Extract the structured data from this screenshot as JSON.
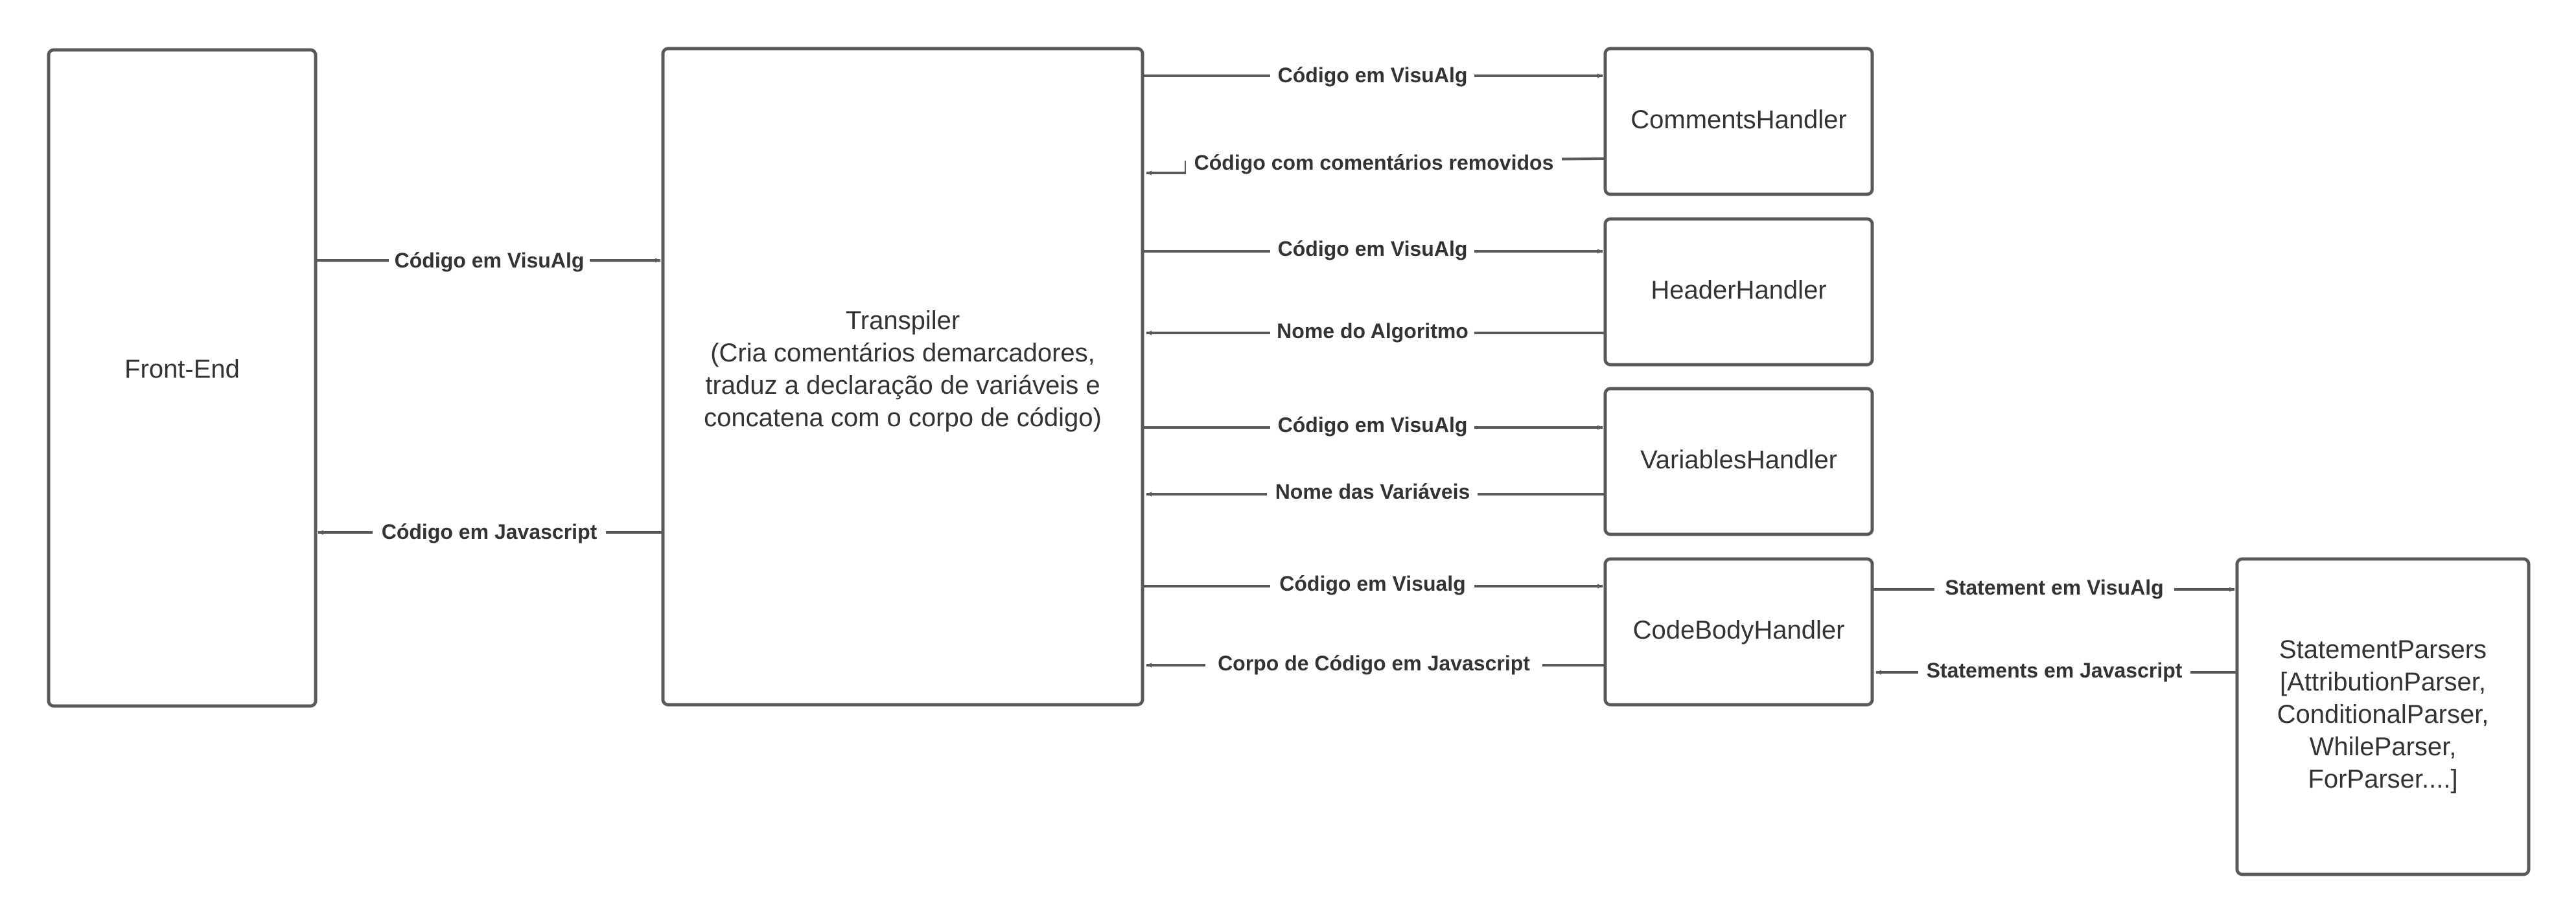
{
  "colors": {
    "stroke": "#595959",
    "text": "#333333",
    "background": "#ffffff"
  },
  "nodes": {
    "frontend": {
      "lines": [
        "Front-End"
      ]
    },
    "transpiler": {
      "lines": [
        "Transpiler",
        "(Cria comentários demarcadores,",
        "traduz a declaração de variáveis e",
        "concatena com o corpo de código)"
      ]
    },
    "comments": {
      "lines": [
        "CommentsHandler"
      ]
    },
    "header": {
      "lines": [
        "HeaderHandler"
      ]
    },
    "variables": {
      "lines": [
        "VariablesHandler"
      ]
    },
    "codebody": {
      "lines": [
        "CodeBodyHandler"
      ]
    },
    "statementparsers": {
      "lines": [
        "StatementParsers",
        "[AttributionParser,",
        "ConditionalParser,",
        "WhileParser,",
        "ForParser....]"
      ]
    }
  },
  "edges": {
    "fe_to_transpiler": "Código em VisuAlg",
    "transpiler_to_fe": "Código em Javascript",
    "to_comments": "Código em VisuAlg",
    "from_comments": "Código com comentários removidos",
    "to_header": "Código em VisuAlg",
    "from_header": "Nome do Algoritmo",
    "to_variables": "Código em VisuAlg",
    "from_variables": "Nome das Variáveis",
    "to_codebody": "Código em Visualg",
    "from_codebody": "Corpo de Código em Javascript",
    "to_statementparsers": "Statement em VisuAlg",
    "from_statementparsers": "Statements em Javascript"
  }
}
